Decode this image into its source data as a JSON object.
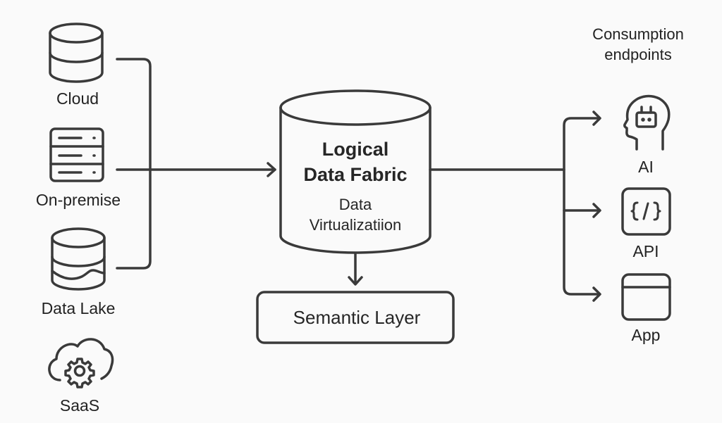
{
  "sources": [
    {
      "label": "Cloud",
      "icon": "database-icon"
    },
    {
      "label": "On-premise",
      "icon": "server-icon"
    },
    {
      "label": "Data Lake",
      "icon": "data-lake-icon"
    },
    {
      "label": "SaaS",
      "icon": "cloud-gear-icon"
    }
  ],
  "core": {
    "title_line1": "Logical",
    "title_line2": "Data Fabric",
    "subtitle_line1": "Data",
    "subtitle_line2": "Virtualizatiion",
    "icon": "cylinder-icon"
  },
  "semantic_layer": {
    "label": "Semantic Layer"
  },
  "endpoints": {
    "title_line1": "Consumption",
    "title_line2": "endpoints",
    "items": [
      {
        "label": "AI",
        "icon": "ai-head-icon"
      },
      {
        "label": "API",
        "icon": "code-icon"
      },
      {
        "label": "App",
        "icon": "app-window-icon"
      }
    ]
  },
  "colors": {
    "stroke": "#3a3a3a",
    "background": "#fafafa",
    "text": "#222222"
  }
}
